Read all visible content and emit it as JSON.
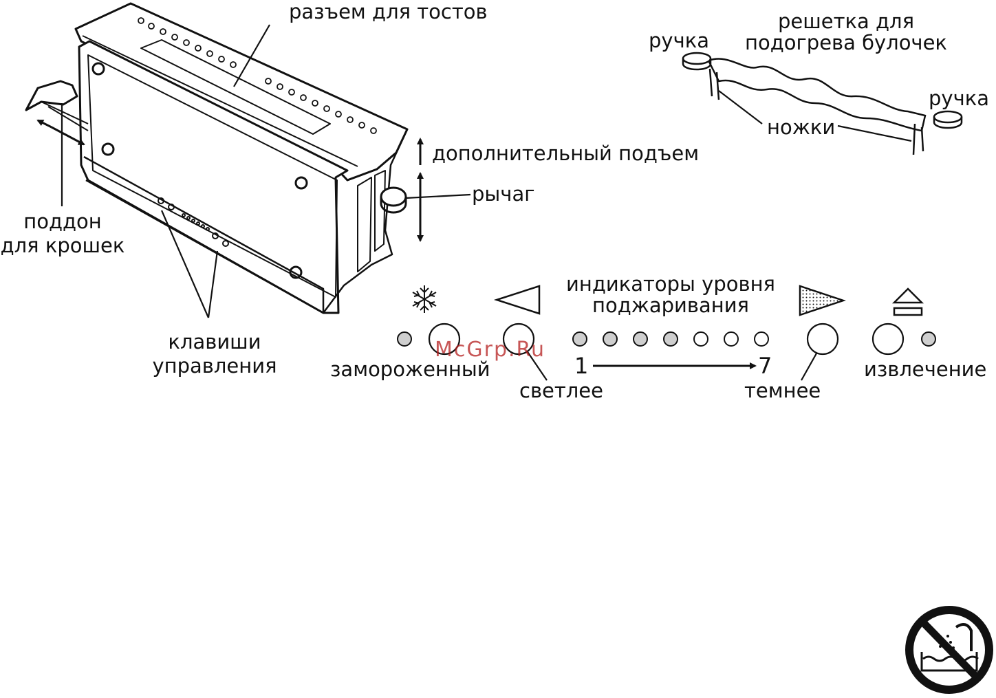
{
  "labels": {
    "toast_slot": "разъем для тостов",
    "handle_left": "ручка",
    "handle_right": "ручка",
    "bun_rack_line1": "решетка для",
    "bun_rack_line2": "подогрева булочек",
    "legs": "ножки",
    "extra_lift": "дополнительный подъем",
    "lever": "рычаг",
    "crumb_tray_line1": "поддон",
    "crumb_tray_line2": "для крошек",
    "controls_line1": "клавиши",
    "controls_line2": "управления",
    "indicators_line1": "индикаторы уровня",
    "indicators_line2": "поджаривания",
    "frozen": "замороженный",
    "lighter": "светлее",
    "darker": "темнее",
    "eject": "извлечение",
    "scale_min": "1",
    "scale_max": "7"
  },
  "watermark": "McGrp.Ru",
  "icons": {
    "frozen": "snowflake-icon",
    "lighter": "triangle-left-outline-icon",
    "darker": "triangle-right-dotted-icon",
    "eject": "eject-icon",
    "warning": "no-water-immersion-icon"
  },
  "browning_levels": {
    "total": 7,
    "lit": 4
  },
  "colors": {
    "line": "#111111",
    "led_lit": "#cfcfcf",
    "led_off": "#ffffff",
    "watermark": "#b41e1e"
  }
}
